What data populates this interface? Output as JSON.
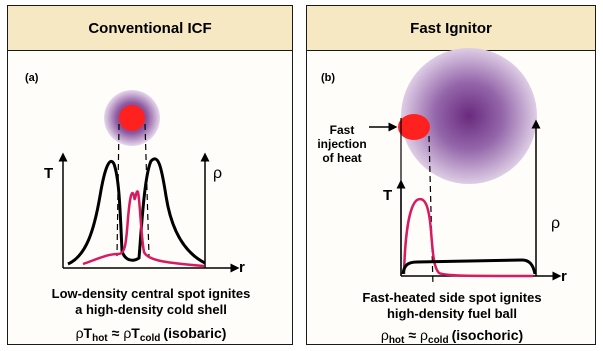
{
  "left_panel": {
    "header": "Conventional ICF",
    "tag": "(a)",
    "axis_t": "T",
    "axis_rho": "ρ",
    "axis_r": "r",
    "caption_line1": "Low-density central spot ignites",
    "caption_line2": "a high-density cold shell",
    "eq": {
      "lhs_rho": "ρ",
      "lhs_t": "T",
      "lhs_sub": "hot",
      "approx": "≈",
      "rhs_rho": "ρ",
      "rhs_t": "T",
      "rhs_sub": "cold",
      "note": "(isobaric)"
    }
  },
  "right_panel": {
    "header": "Fast Ignitor",
    "tag": "(b)",
    "axis_t": "T",
    "axis_rho": "ρ",
    "axis_r": "r",
    "side_label_1": "Fast",
    "side_label_2": "injection",
    "side_label_3": "of heat",
    "caption_line1": "Fast-heated side spot ignites",
    "caption_line2": "high-density fuel ball",
    "eq": {
      "lhs_rho": "ρ",
      "lhs_sub": "hot",
      "approx": "≈",
      "rhs_rho": "ρ",
      "rhs_sub": "cold",
      "note": "(isochoric)"
    }
  },
  "colors": {
    "temperature": "#d81b60",
    "density": "#000000",
    "hot_spot": "#ff2020",
    "fuel": "#7b3a8c",
    "header_bg": "#f6e8c2"
  }
}
